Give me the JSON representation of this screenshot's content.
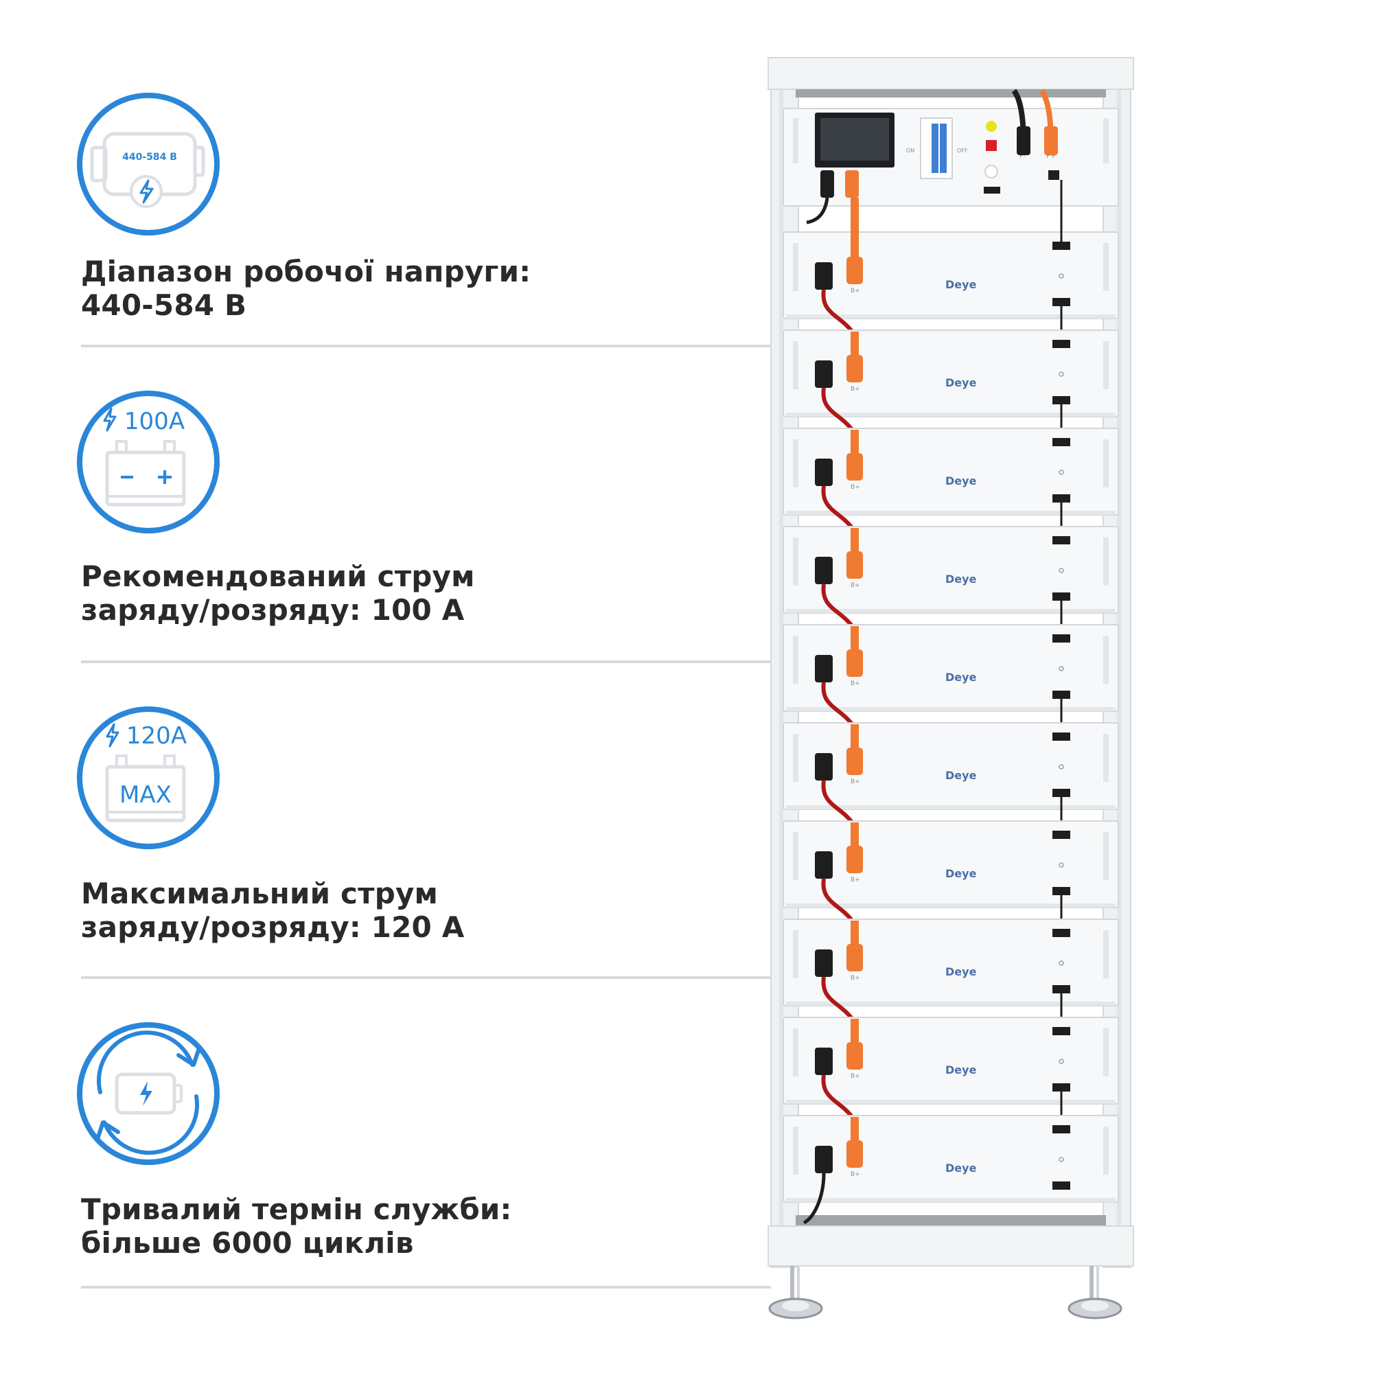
{
  "colors": {
    "icon_blue": "#2a86d8",
    "text": "#2a2a2a",
    "divider": "#d9d9d9",
    "rack_frame": "#f2f3f4",
    "module_face": "#f7f8f9",
    "connector_orange": "#f07a32",
    "connector_black": "#1e1e1e",
    "cable_red": "#b01818",
    "led_yellow": "#e9e21a",
    "led_red": "#d8202a",
    "breaker_blue": "#3f7fd3"
  },
  "features": [
    {
      "icon": "battery-voltage-icon",
      "icon_label": "440-584 В",
      "line1": "Діапазон робочої напруги:",
      "line2": "440-584 В"
    },
    {
      "icon": "battery-current-icon",
      "icon_label": "100A",
      "line1": "Рекомендований струм",
      "line2": "заряду/розряду: 100 А"
    },
    {
      "icon": "battery-max-current-icon",
      "icon_label": "120A",
      "icon_sublabel": "MAX",
      "line1": "Максимальний струм",
      "line2": "заряду/розряду: 120 А"
    },
    {
      "icon": "battery-cycle-icon",
      "line1": "Тривалий термін служби:",
      "line2": "більше 6000 циклів"
    }
  ],
  "rack": {
    "brand": "Deye",
    "module_count": 10,
    "module_terminal_label": "B+",
    "control_unit": {
      "breaker_on": "ON",
      "breaker_off": "OFF",
      "output_minus": "P-",
      "output_plus": "P+"
    }
  }
}
